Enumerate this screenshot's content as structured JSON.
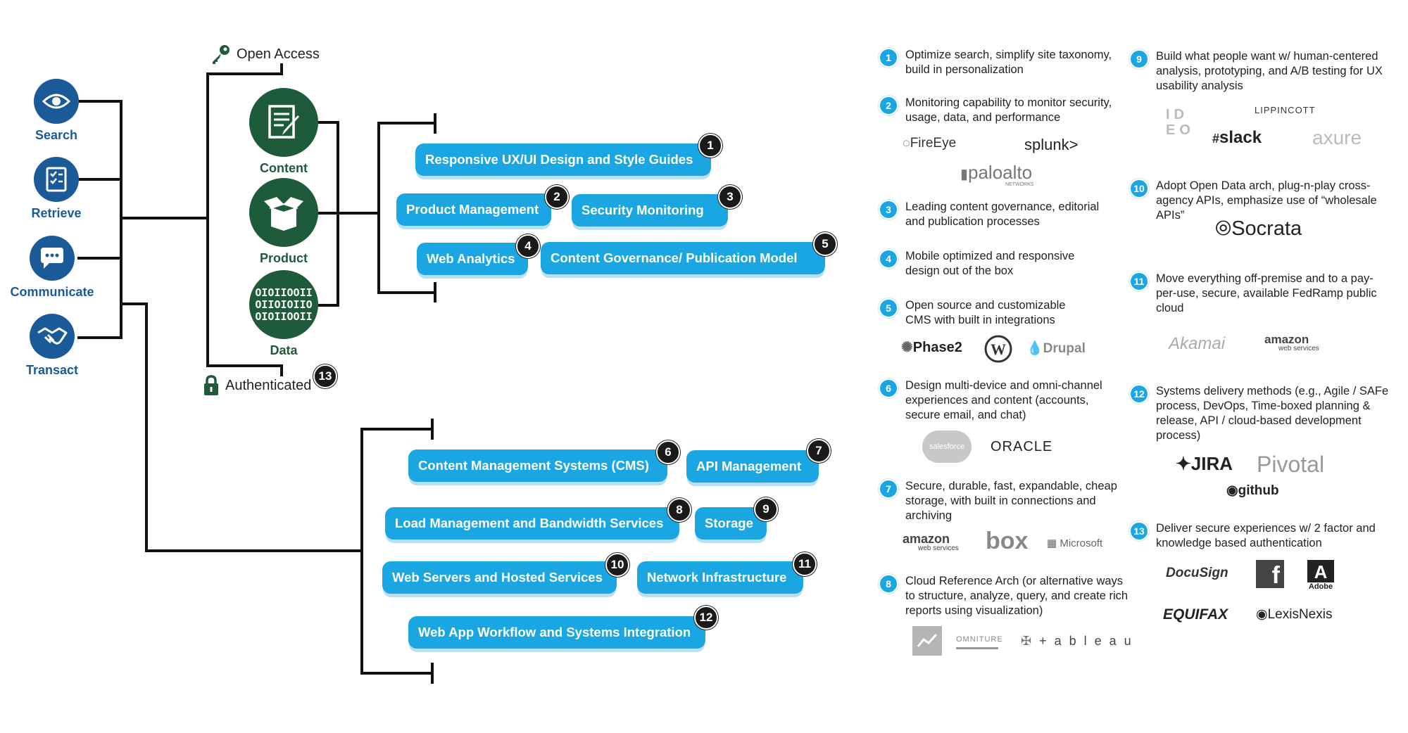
{
  "actions": [
    {
      "label": "Search",
      "icon": "eye-icon"
    },
    {
      "label": "Retrieve",
      "icon": "document-checklist-icon"
    },
    {
      "label": "Communicate",
      "icon": "chat-bubble-icon"
    },
    {
      "label": "Transact",
      "icon": "handshake-icon"
    }
  ],
  "access": {
    "open_label": "Open Access",
    "open_icon": "key-icon",
    "auth_label": "Authenticated",
    "auth_icon": "lock-icon",
    "auth_badge": "13"
  },
  "layers": [
    {
      "label": "Content",
      "icon": "document-pen-icon"
    },
    {
      "label": "Product",
      "icon": "open-box-icon"
    },
    {
      "label": "Data",
      "binary": [
        "OIOIIOOII",
        "OIIOIOIIO",
        "OIOIIOOII"
      ]
    }
  ],
  "pills": [
    {
      "label": "Responsive UX/UI Design and Style Guides",
      "badge": "1"
    },
    {
      "label": "Product Management",
      "badge": "2"
    },
    {
      "label": "Security Monitoring",
      "badge": "3"
    },
    {
      "label": "Web Analytics",
      "badge": "4"
    },
    {
      "label": "Content Governance/ Publication Model",
      "badge": "5"
    },
    {
      "label": "Content Management Systems (CMS)",
      "badge": "6"
    },
    {
      "label": "API Management",
      "badge": "7"
    },
    {
      "label": "Load Management and Bandwidth Services",
      "badge": "8"
    },
    {
      "label": "Storage",
      "badge": "9"
    },
    {
      "label": "Web Servers and Hosted Services",
      "badge": "10"
    },
    {
      "label": "Network Infrastructure",
      "badge": "11"
    },
    {
      "label": "Web App Workflow and Systems Integration",
      "badge": "12"
    }
  ],
  "legend": [
    {
      "num": "1",
      "text": "Optimize search, simplify site taxonomy, build in personalization",
      "logos": []
    },
    {
      "num": "2",
      "text": "Monitoring capability to monitor security, usage, data, and performance",
      "logos": [
        "FireEye",
        "splunk>",
        "paloalto",
        "NETWORKS"
      ]
    },
    {
      "num": "3",
      "text": "Leading content governance, editorial and publication processes",
      "logos": []
    },
    {
      "num": "4",
      "text": "Mobile optimized and responsive design out of the box",
      "logos": []
    },
    {
      "num": "5",
      "text": "Open source and customizable CMS with built in integrations",
      "logos": [
        "Phase2",
        "Drupal"
      ]
    },
    {
      "num": "6",
      "text": "Design multi-device and omni-channel experiences and content (accounts, secure email, and chat)",
      "logos": [
        "salesforce",
        "ORACLE"
      ]
    },
    {
      "num": "7",
      "text": "Secure, durable, fast, expandable, cheap storage, with built in connections and archiving",
      "logos": [
        "amazon",
        "web services",
        "box",
        "Microsoft"
      ]
    },
    {
      "num": "8",
      "text": "Cloud Reference Arch (or alternative ways to structure, analyze, query, and create rich reports using visualization)",
      "logos": [
        "OMNITURE",
        "+ a b l e a u"
      ]
    },
    {
      "num": "9",
      "text": "Build what people want w/ human-centered analysis, prototyping, and A/B testing for UX usability analysis",
      "logos": [
        "ID",
        "EO",
        "LIPPINCOTT",
        "slack",
        "axure"
      ]
    },
    {
      "num": "10",
      "text": "Adopt Open Data arch, plug-n-play cross-agency APIs, emphasize use of “wholesale APIs”",
      "logos": [
        "Socrata"
      ]
    },
    {
      "num": "11",
      "text": "Move everything off-premise and to a pay-per-use, secure, available FedRamp public cloud",
      "logos": [
        "Akamai",
        "amazon",
        "web services"
      ]
    },
    {
      "num": "12",
      "text": "Systems delivery methods (e.g., Agile / SAFe process, DevOps, Time-boxed planning & release, API / cloud-based development process)",
      "logos": [
        "JIRA",
        "Pivotal",
        "github"
      ]
    },
    {
      "num": "13",
      "text": "Deliver secure experiences w/ 2 factor and knowledge based authentication",
      "logos": [
        "DocuSign",
        "f",
        "Adobe",
        "EQUIFAX",
        "LexisNexis"
      ]
    }
  ]
}
